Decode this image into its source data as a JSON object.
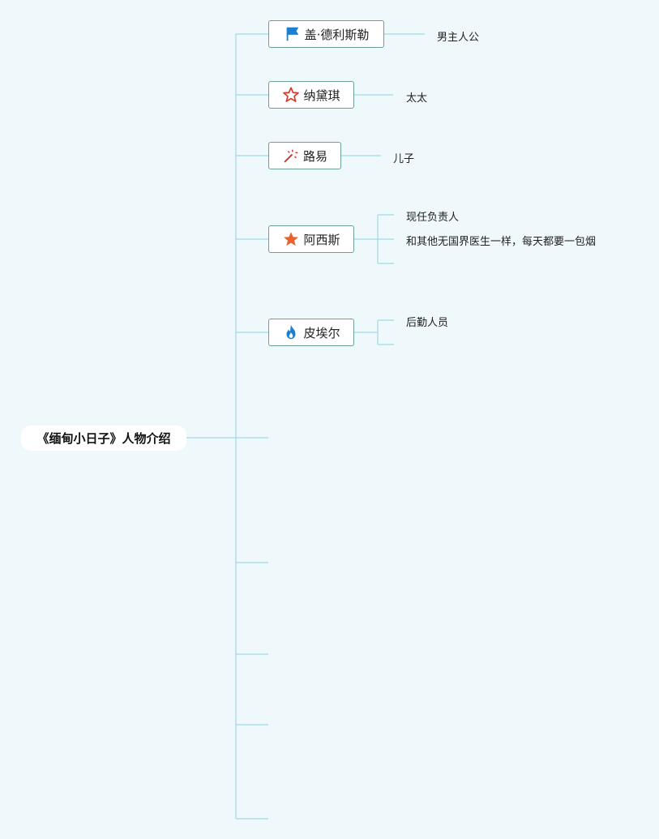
{
  "root": {
    "label": "《缅甸小日子》人物介绍"
  },
  "characters": [
    {
      "name": "盖·德利斯勒",
      "icon": "flag-icon",
      "notes": [
        "男主人公"
      ]
    },
    {
      "name": "纳黛琪",
      "icon": "star-outline-icon",
      "notes": [
        "太太"
      ]
    },
    {
      "name": "路易",
      "icon": "magic-wand-icon",
      "notes": [
        "儿子"
      ]
    },
    {
      "name": "阿西斯",
      "icon": "star-filled-icon",
      "notes": [
        "现任负责人",
        "和其他无国界医生一样，每天都要一包烟"
      ]
    },
    {
      "name": "皮埃尔",
      "icon": "flame-icon",
      "notes": [
        "后勤人员"
      ]
    }
  ],
  "colors": {
    "line": "#9fd9ea",
    "border": "#6e9f94",
    "background": "#eff8fb"
  }
}
